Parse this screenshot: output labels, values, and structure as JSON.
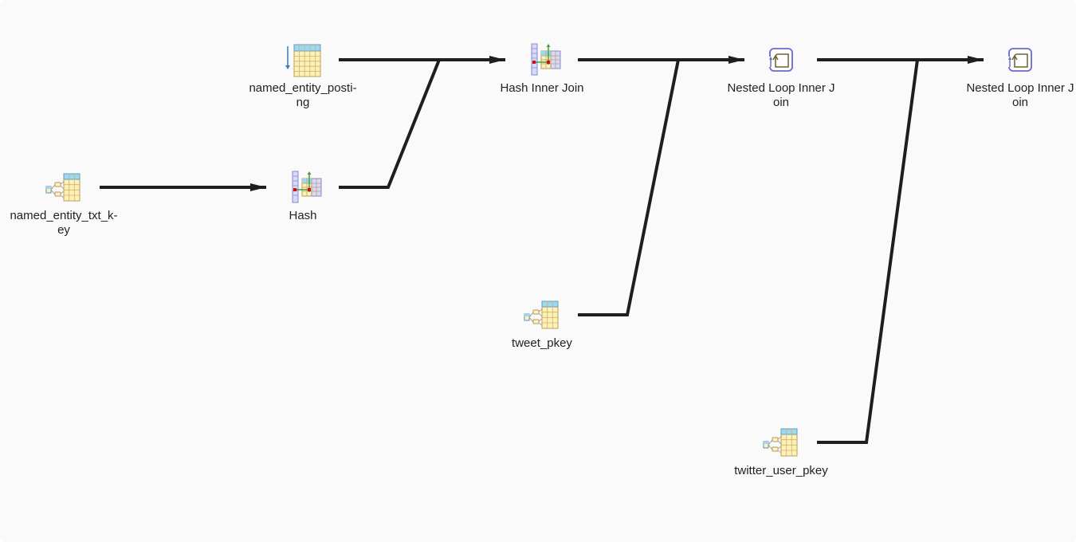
{
  "nodes": {
    "named_entity_txt_key": {
      "label": "named_entity_txt_k-ey",
      "icon": "index-scan-icon"
    },
    "hash": {
      "label": "Hash",
      "icon": "hash-icon"
    },
    "named_entity_posting": {
      "label": "named_entity_posti-ng",
      "icon": "seq-scan-icon"
    },
    "hash_inner_join": {
      "label": "Hash Inner Join",
      "icon": "hash-join-icon"
    },
    "tweet_pkey": {
      "label": "tweet_pkey",
      "icon": "index-scan-icon"
    },
    "nested_loop_1": {
      "label": "Nested Loop Inner Join",
      "icon": "nested-loop-icon"
    },
    "twitter_user_pkey": {
      "label": "twitter_user_pkey",
      "icon": "index-scan-icon"
    },
    "nested_loop_2": {
      "label": "Nested Loop Inner Join",
      "icon": "nested-loop-icon"
    }
  },
  "edges": [
    [
      "named_entity_txt_key",
      "hash"
    ],
    [
      "named_entity_posting",
      "hash_inner_join"
    ],
    [
      "hash",
      "hash_inner_join"
    ],
    [
      "hash_inner_join",
      "nested_loop_1"
    ],
    [
      "tweet_pkey",
      "nested_loop_1"
    ],
    [
      "nested_loop_1",
      "nested_loop_2"
    ],
    [
      "twitter_user_pkey",
      "nested_loop_2"
    ]
  ],
  "colors": {
    "edge": "#1e1e1e",
    "canvas": "#fafafa",
    "label": "#222222"
  }
}
